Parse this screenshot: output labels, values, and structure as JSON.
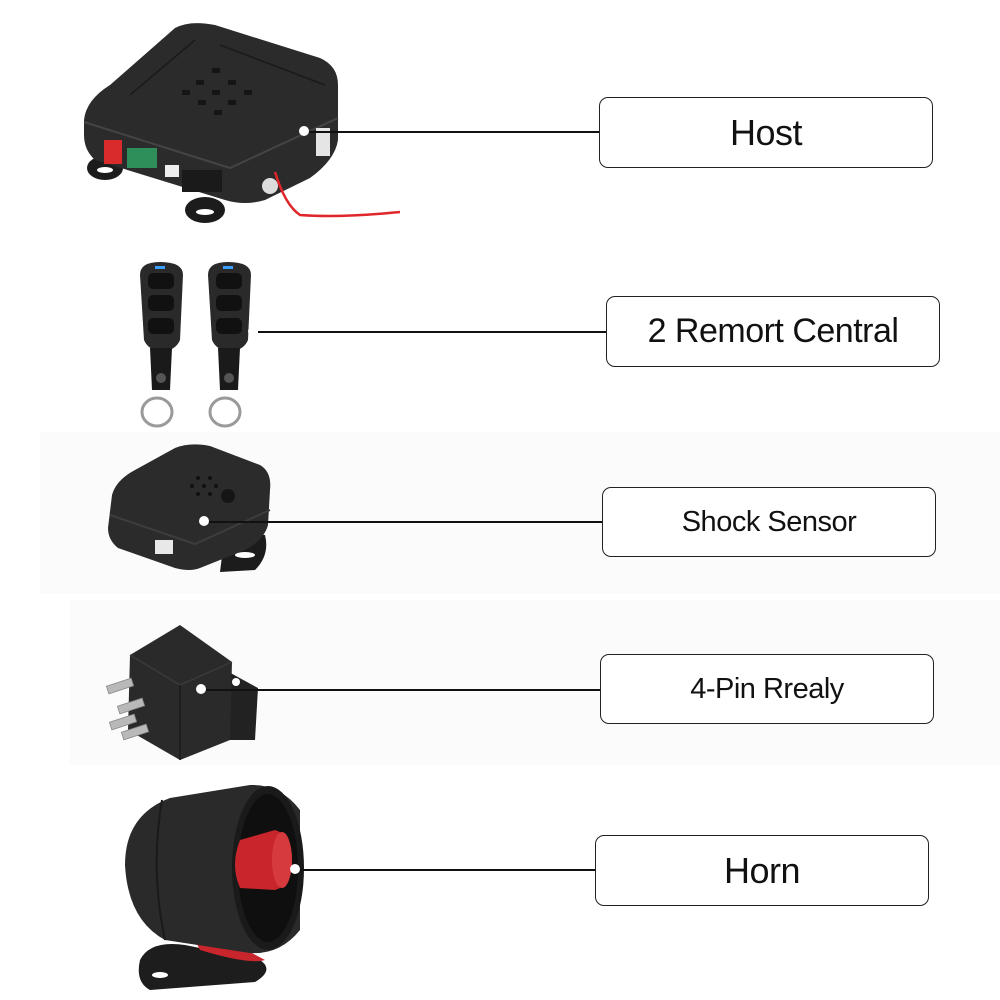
{
  "title": "Car Alarm System Package Contents",
  "components": [
    {
      "id": "host",
      "label": "Host",
      "icon": "alarm-control-unit-icon"
    },
    {
      "id": "remotes",
      "label": "2 Remort Central",
      "icon": "key-fob-remote-icon"
    },
    {
      "id": "shock-sensor",
      "label": "Shock Sensor",
      "icon": "shock-sensor-icon"
    },
    {
      "id": "relay",
      "label": "4-Pin Rrealy",
      "icon": "relay-icon"
    },
    {
      "id": "horn",
      "label": "Horn",
      "icon": "siren-horn-icon"
    }
  ],
  "colors": {
    "device_body": "#2b2b2b",
    "wire_red": "#e0262b",
    "connector_red": "#d92b2b",
    "connector_green": "#2f8f5a",
    "led_blue": "#3aa0ff",
    "horn_red": "#c8262c"
  }
}
